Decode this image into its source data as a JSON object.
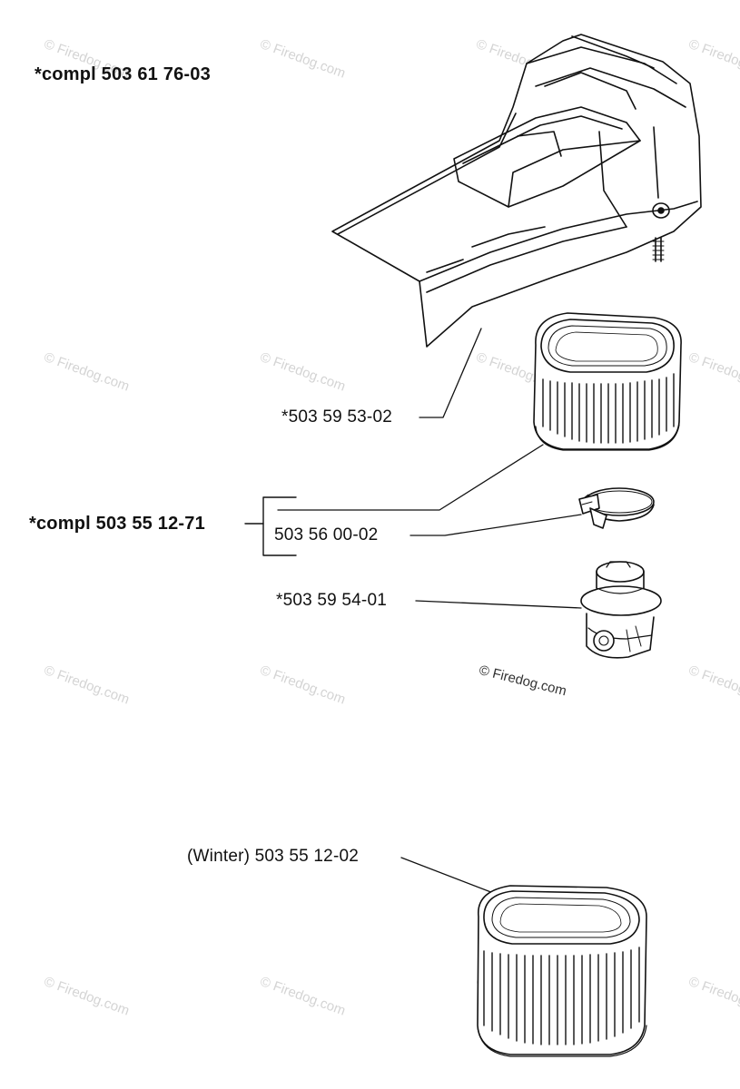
{
  "labels": {
    "assembly_top": "*compl 503 61 76-03",
    "part_filter": "*503 59 53-02",
    "assembly_kit": "*compl 503 55 12-71",
    "part_clamp": "503 56 00-02",
    "part_adapter": "*503 59 54-01",
    "part_winter_filter": "(Winter) 503 55 12-02"
  },
  "watermark": {
    "text": "© Firedog.com",
    "color": "#d4d4d4"
  },
  "copyright": "© Firedog.com"
}
